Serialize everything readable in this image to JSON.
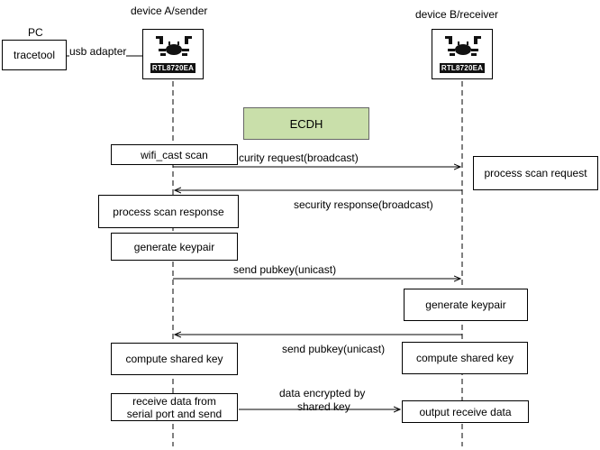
{
  "labels": {
    "pc": "PC",
    "device_a": "device A/sender",
    "device_b": "device B/receiver",
    "usb_adapter": "usb adapter",
    "ecdh": "ECDH"
  },
  "chip_label": "RTL8720EA",
  "boxes": {
    "tracetool": "tracetool",
    "wifi_cast_scan": "wifi_cast scan",
    "process_scan_request": "process scan request",
    "process_scan_response": "process scan response",
    "generate_keypair_a": "generate keypair",
    "generate_keypair_b": "generate keypair",
    "compute_shared_key_a": "compute shared key",
    "compute_shared_key_b": "compute shared key",
    "receive_data_line1": "receive data from",
    "receive_data_line2": "serial port and send",
    "output_receive_data": "output receive data"
  },
  "messages": {
    "security_request": "curity request(broadcast)",
    "security_response": "security response(broadcast)",
    "send_pubkey_a": "send pubkey(unicast)",
    "send_pubkey_b": "send pubkey(unicast)",
    "data_encrypted_line1": "data encrypted by",
    "data_encrypted_line2": "shared key"
  },
  "colors": {
    "ecdh_fill": "#c9dfaa",
    "line": "#000000"
  }
}
